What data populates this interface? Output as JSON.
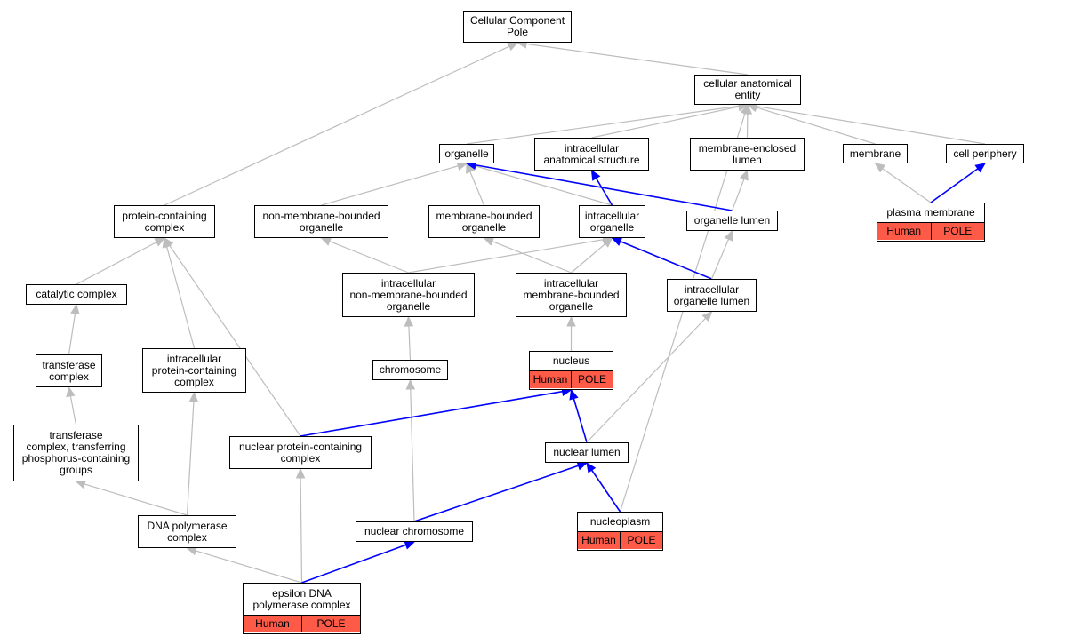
{
  "colors": {
    "gray_edge": "#bdbdbd",
    "blue_edge": "#0000ff",
    "annotation_fill": "#fe5a48"
  },
  "nodes": [
    {
      "id": "ccp",
      "label": "Cellular Component\nPole"
    },
    {
      "id": "cae",
      "label": "cellular anatomical\nentity"
    },
    {
      "id": "organelle",
      "label": "organelle"
    },
    {
      "id": "ias",
      "label": "intracellular\nanatomical structure"
    },
    {
      "id": "mel",
      "label": "membrane-enclosed\nlumen"
    },
    {
      "id": "membrane",
      "label": "membrane"
    },
    {
      "id": "cellper",
      "label": "cell periphery"
    },
    {
      "id": "pcc",
      "label": "protein-containing\ncomplex"
    },
    {
      "id": "nmbo",
      "label": "non-membrane-bounded\norganelle"
    },
    {
      "id": "mbo",
      "label": "membrane-bounded\norganelle"
    },
    {
      "id": "io",
      "label": "intracellular\norganelle"
    },
    {
      "id": "ol",
      "label": "organelle lumen"
    },
    {
      "id": "pm",
      "label": "plasma membrane",
      "annot": [
        "Human",
        "POLE"
      ]
    },
    {
      "id": "cat",
      "label": "catalytic complex"
    },
    {
      "id": "inmbo",
      "label": "intracellular\nnon-membrane-bounded\norganelle"
    },
    {
      "id": "imbo",
      "label": "intracellular\nmembrane-bounded\norganelle"
    },
    {
      "id": "iol",
      "label": "intracellular\norganelle lumen"
    },
    {
      "id": "tc",
      "label": "transferase\ncomplex"
    },
    {
      "id": "ipcc",
      "label": "intracellular\nprotein-containing\ncomplex"
    },
    {
      "id": "chrom",
      "label": "chromosome"
    },
    {
      "id": "nucleus",
      "label": "nucleus",
      "annot": [
        "Human",
        "POLE"
      ]
    },
    {
      "id": "tcp",
      "label": "transferase\ncomplex, transferring\nphosphorus-containing\ngroups"
    },
    {
      "id": "npcc",
      "label": "nuclear protein-containing\ncomplex"
    },
    {
      "id": "nl",
      "label": "nuclear lumen"
    },
    {
      "id": "dnap",
      "label": "DNA polymerase\ncomplex"
    },
    {
      "id": "nchrom",
      "label": "nuclear chromosome"
    },
    {
      "id": "np",
      "label": "nucleoplasm",
      "annot": [
        "Human",
        "POLE"
      ]
    },
    {
      "id": "eps",
      "label": "epsilon DNA\npolymerase complex",
      "annot": [
        "Human",
        "POLE"
      ]
    }
  ],
  "edges": [
    {
      "from": "cae",
      "to": "ccp",
      "type": "gray"
    },
    {
      "from": "pcc",
      "to": "ccp",
      "type": "gray"
    },
    {
      "from": "organelle",
      "to": "cae",
      "type": "gray"
    },
    {
      "from": "ias",
      "to": "cae",
      "type": "gray"
    },
    {
      "from": "mel",
      "to": "cae",
      "type": "gray"
    },
    {
      "from": "membrane",
      "to": "cae",
      "type": "gray"
    },
    {
      "from": "cellper",
      "to": "cae",
      "type": "gray"
    },
    {
      "from": "np",
      "to": "cae",
      "type": "gray"
    },
    {
      "from": "nmbo",
      "to": "organelle",
      "type": "gray"
    },
    {
      "from": "mbo",
      "to": "organelle",
      "type": "gray"
    },
    {
      "from": "io",
      "to": "organelle",
      "type": "gray"
    },
    {
      "from": "ol",
      "to": "organelle",
      "type": "blue"
    },
    {
      "from": "io",
      "to": "ias",
      "type": "blue"
    },
    {
      "from": "ol",
      "to": "mel",
      "type": "gray"
    },
    {
      "from": "pm",
      "to": "membrane",
      "type": "gray"
    },
    {
      "from": "pm",
      "to": "cellper",
      "type": "blue"
    },
    {
      "from": "cat",
      "to": "pcc",
      "type": "gray"
    },
    {
      "from": "ipcc",
      "to": "pcc",
      "type": "gray"
    },
    {
      "from": "npcc",
      "to": "pcc",
      "type": "gray"
    },
    {
      "from": "inmbo",
      "to": "nmbo",
      "type": "gray"
    },
    {
      "from": "inmbo",
      "to": "io",
      "type": "gray"
    },
    {
      "from": "imbo",
      "to": "mbo",
      "type": "gray"
    },
    {
      "from": "imbo",
      "to": "io",
      "type": "gray"
    },
    {
      "from": "iol",
      "to": "io",
      "type": "blue"
    },
    {
      "from": "iol",
      "to": "ol",
      "type": "gray"
    },
    {
      "from": "tc",
      "to": "cat",
      "type": "gray"
    },
    {
      "from": "chrom",
      "to": "inmbo",
      "type": "gray"
    },
    {
      "from": "nucleus",
      "to": "imbo",
      "type": "gray"
    },
    {
      "from": "tcp",
      "to": "tc",
      "type": "gray"
    },
    {
      "from": "dnap",
      "to": "ipcc",
      "type": "gray"
    },
    {
      "from": "nchrom",
      "to": "chrom",
      "type": "gray"
    },
    {
      "from": "npcc",
      "to": "nucleus",
      "type": "blue"
    },
    {
      "from": "nl",
      "to": "nucleus",
      "type": "blue"
    },
    {
      "from": "nl",
      "to": "iol",
      "type": "gray"
    },
    {
      "from": "dnap",
      "to": "tcp",
      "type": "gray"
    },
    {
      "from": "nchrom",
      "to": "nl",
      "type": "blue"
    },
    {
      "from": "np",
      "to": "nl",
      "type": "blue"
    },
    {
      "from": "eps",
      "to": "dnap",
      "type": "gray"
    },
    {
      "from": "eps",
      "to": "npcc",
      "type": "gray"
    },
    {
      "from": "eps",
      "to": "nchrom",
      "type": "blue"
    }
  ]
}
